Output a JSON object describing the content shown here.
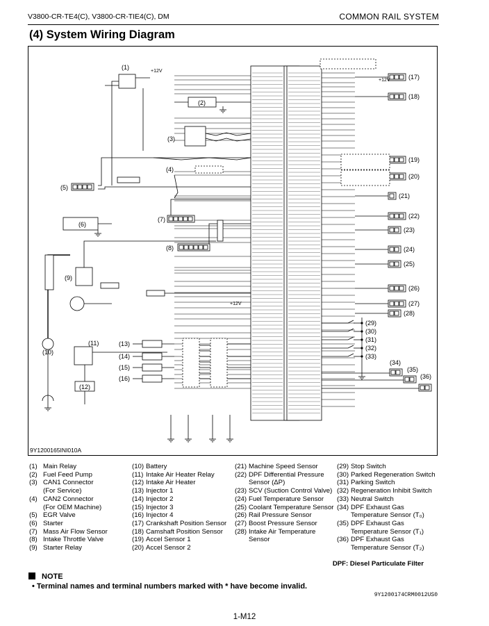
{
  "header": {
    "models": "V3800-CR-TE4(C), V3800-CR-TIE4(C), DM",
    "section": "COMMON RAIL SYSTEM"
  },
  "title": "(4)   System Wiring Diagram",
  "diagram": {
    "ref_code": "9Y1200165INI010A",
    "voltage_label": "+12V",
    "callouts": [
      "(1)",
      "(2)",
      "(3)",
      "(4)",
      "(5)",
      "(6)",
      "(7)",
      "(8)",
      "(9)",
      "(10)",
      "(11)",
      "(12)",
      "(13)",
      "(14)",
      "(15)",
      "(16)",
      "(17)",
      "(18)",
      "(19)",
      "(20)",
      "(21)",
      "(22)",
      "(23)",
      "(24)",
      "(25)",
      "(26)",
      "(27)",
      "(28)",
      "(29)",
      "(30)",
      "(31)",
      "(32)",
      "(33)",
      "(34)",
      "(35)",
      "(36)"
    ]
  },
  "legend": {
    "col1": [
      {
        "num": "(1)",
        "text": "Main Relay"
      },
      {
        "num": "(2)",
        "text": "Fuel Feed Pump"
      },
      {
        "num": "(3)",
        "text": "CAN1 Connector"
      },
      {
        "num": "",
        "text": "(For Service)"
      },
      {
        "num": "(4)",
        "text": "CAN2 Connector"
      },
      {
        "num": "",
        "text": "(For OEM Machine)"
      },
      {
        "num": "(5)",
        "text": "EGR Valve"
      },
      {
        "num": "(6)",
        "text": "Starter"
      },
      {
        "num": "(7)",
        "text": "Mass Air Flow Sensor"
      },
      {
        "num": "(8)",
        "text": "Intake Throttle Valve"
      },
      {
        "num": "(9)",
        "text": "Starter Relay"
      }
    ],
    "col2": [
      {
        "num": "(10)",
        "text": "Battery"
      },
      {
        "num": "(11)",
        "text": "Intake Air Heater Relay"
      },
      {
        "num": "(12)",
        "text": "Intake Air Heater"
      },
      {
        "num": "(13)",
        "text": "Injector 1"
      },
      {
        "num": "(14)",
        "text": "Injector 2"
      },
      {
        "num": "(15)",
        "text": "Injector 3"
      },
      {
        "num": "(16)",
        "text": "Injector 4"
      },
      {
        "num": "(17)",
        "text": "Crankshaft Position Sensor"
      },
      {
        "num": "(18)",
        "text": "Camshaft Position Sensor"
      },
      {
        "num": "(19)",
        "text": "Accel Sensor 1"
      },
      {
        "num": "(20)",
        "text": "Accel Sensor 2"
      }
    ],
    "col3": [
      {
        "num": "(21)",
        "text": "Machine Speed Sensor"
      },
      {
        "num": "(22)",
        "text": "DPF Differential Pressure"
      },
      {
        "num": "",
        "text": "Sensor (ΔP)"
      },
      {
        "num": "(23)",
        "text": "SCV (Suction Control Valve)"
      },
      {
        "num": "(24)",
        "text": "Fuel Temperature Sensor"
      },
      {
        "num": "(25)",
        "text": "Coolant Temperature Sensor"
      },
      {
        "num": "(26)",
        "text": "Rail Pressure Sensor"
      },
      {
        "num": "(27)",
        "text": "Boost Pressure Sensor"
      },
      {
        "num": "(28)",
        "text": "Intake Air Temperature"
      },
      {
        "num": "",
        "text": "Sensor"
      }
    ],
    "col4": [
      {
        "num": "(29)",
        "text": "Stop Switch"
      },
      {
        "num": "(30)",
        "text": "Parked Regeneration Switch"
      },
      {
        "num": "(31)",
        "text": "Parking Switch"
      },
      {
        "num": "(32)",
        "text": "Regeneration Inhibit Switch"
      },
      {
        "num": "(33)",
        "text": "Neutral Switch"
      },
      {
        "num": "(34)",
        "text": "DPF Exhaust Gas"
      },
      {
        "num": "",
        "text": "Temperature Sensor (T₀)"
      },
      {
        "num": "(35)",
        "text": "DPF Exhaust Gas"
      },
      {
        "num": "",
        "text": "Temperature Sensor (T₁)"
      },
      {
        "num": "(36)",
        "text": "DPF Exhaust Gas"
      },
      {
        "num": "",
        "text": "Temperature Sensor (T₂)"
      }
    ]
  },
  "dpf_note": "DPF: Diesel Particulate Filter",
  "note": {
    "heading": "NOTE",
    "body": "•  Terminal names and terminal numbers marked with * have become invalid."
  },
  "doc_id": "9Y1200174CRM0012US0",
  "page_number": "1-M12"
}
